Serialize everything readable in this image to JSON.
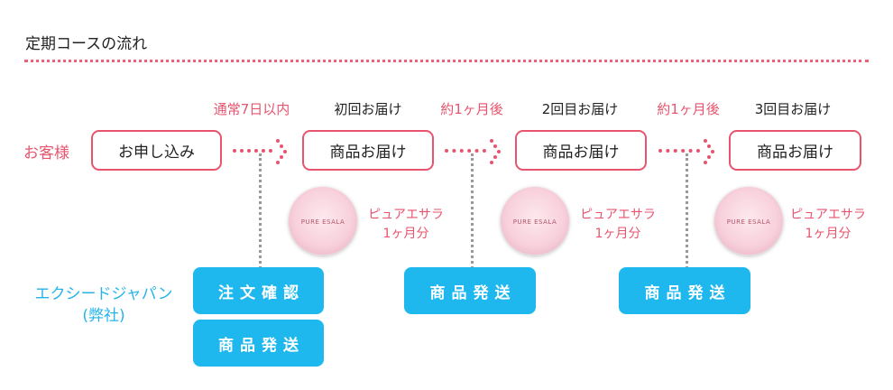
{
  "title": "定期コースの流れ",
  "colors": {
    "pink": "#e8546e",
    "blue": "#1fb8ee",
    "cyan_text": "#25b4ea"
  },
  "roles": {
    "customer": "お客様",
    "company": "エクシードジャパン",
    "company_note": "(弊社)"
  },
  "steps": [
    {
      "above": "",
      "label": "お申し込み"
    },
    {
      "above": "初回お届け",
      "label": "商品お届け"
    },
    {
      "above": "2回目お届け",
      "label": "商品お届け"
    },
    {
      "above": "3回目お届け",
      "label": "商品お届け"
    }
  ],
  "intervals": [
    "通常7日以内",
    "約1ヶ月後",
    "約1ヶ月後"
  ],
  "products": [
    {
      "brand": "PURE ESALA",
      "name": "ピュアエサラ",
      "qty": "1ヶ月分"
    },
    {
      "brand": "PURE ESALA",
      "name": "ピュアエサラ",
      "qty": "1ヶ月分"
    },
    {
      "brand": "PURE ESALA",
      "name": "ピュアエサラ",
      "qty": "1ヶ月分"
    }
  ],
  "actions": [
    "注文確認",
    "商品発送",
    "商品発送",
    "商品発送"
  ]
}
